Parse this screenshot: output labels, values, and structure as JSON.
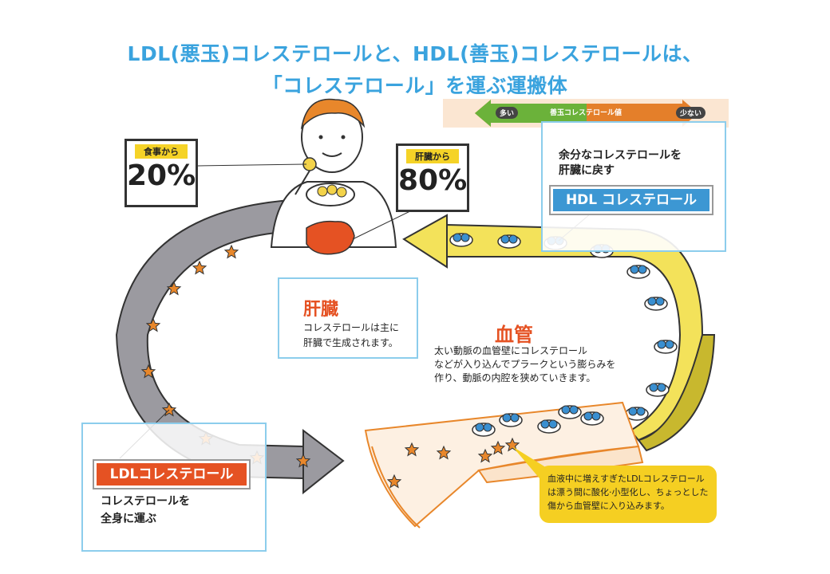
{
  "title": {
    "line1": "LDL(悪玉)コレステロールと、HDL(善玉)コレステロールは、",
    "line2": "「コレステロール」を運ぶ運搬体"
  },
  "scale": {
    "left": "多い",
    "middle": "善玉コレステロール値",
    "right": "少ない"
  },
  "food_badge": {
    "label": "食事から",
    "value": "20%"
  },
  "liver_badge": {
    "label": "肝臓から",
    "value": "80%"
  },
  "hdl_box": {
    "description": "余分なコレステロールを\n肝臓に戻す",
    "tag": "HDL コレステロール"
  },
  "liver_box": {
    "heading": "肝臓",
    "description": "コレステロールは主に\n肝臓で生成されます。"
  },
  "vessel": {
    "heading": "血管",
    "description": "太い動脈の血管壁にコレステロール\nなどが入り込んでプラークという膨らみを\n作り、動脈の内腔を狭めていきます。"
  },
  "ldl_box": {
    "tag": "LDLコレステロール",
    "description": "コレステロールを\n全身に運ぶ"
  },
  "callout": {
    "text": "血液中に増えすぎたLDLコレステロールは漂う間に酸化·小型化し、ちょっとした傷から血管壁に入り込みます。"
  },
  "colors": {
    "title": "#3aa3de",
    "accent_red": "#e55223",
    "hdl_arrow": "#f3e25a",
    "ldl_arrow": "#9b9aa0",
    "hdl_tag": "#3c97d3",
    "callout": "#f5cf22",
    "highlight_box": "#8ccdec"
  }
}
